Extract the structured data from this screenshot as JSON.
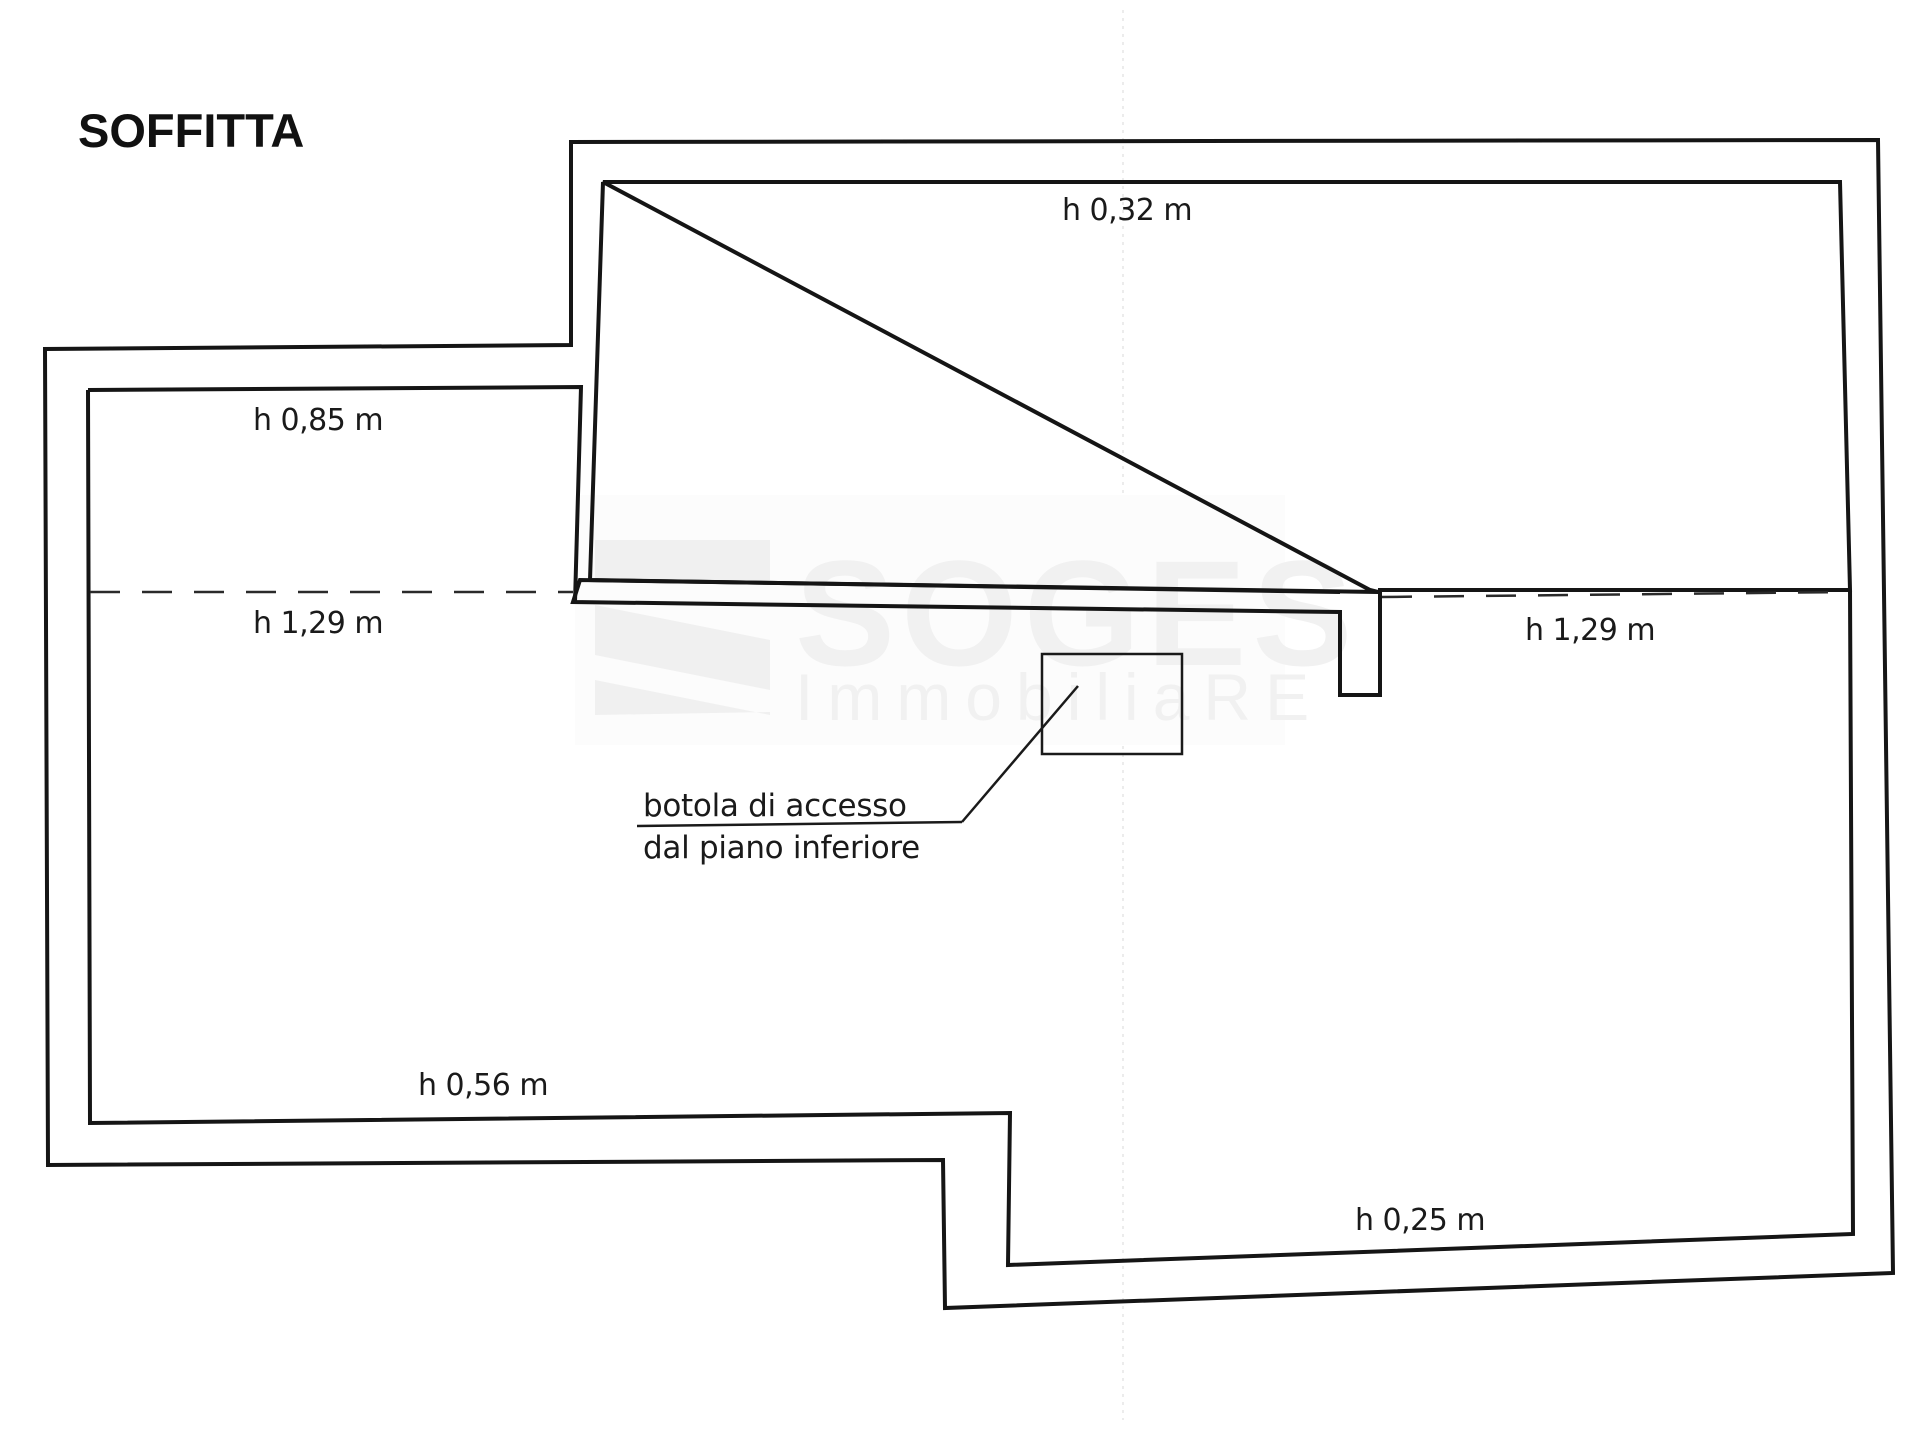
{
  "title": "SOFFITTA",
  "heights": {
    "top_room": "h 0,32 m",
    "left_small_room": "h 0,85 m",
    "left_ridge": "h 1,29 m",
    "right_ridge": "h 1,29 m",
    "bottom_left": "h 0,56 m",
    "bottom_right": "h 0,25 m"
  },
  "hatch_note": {
    "line1": "botola di accesso",
    "line2": "dal piano inferiore"
  },
  "watermark": {
    "name": "SOGES",
    "subtitle": "ImmobiliaRE"
  }
}
